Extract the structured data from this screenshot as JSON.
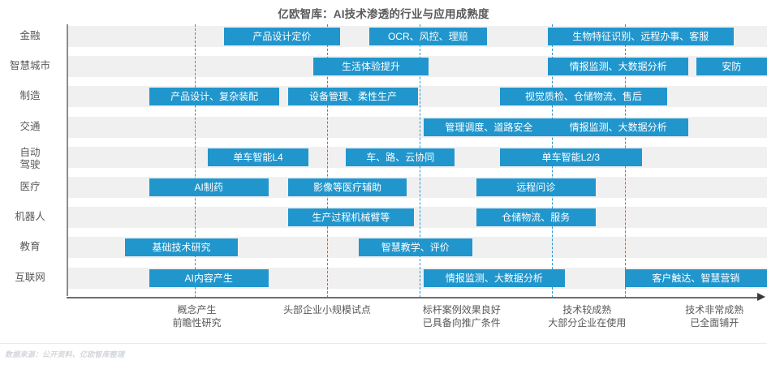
{
  "chart_title": "亿欧智库：AI技术渗透的行业与应用成熟度",
  "source_note": "数据来源：公开资料、亿欧智库整理",
  "colors": {
    "bar": "#2196cd",
    "band": "#f0f0f0",
    "gridline": "#2b96cd",
    "text": "#58595b",
    "axis": "#6e6e6e"
  },
  "chart_data": {
    "type": "bar",
    "title": "亿欧智库：AI技术渗透的行业与应用成熟度",
    "xlabel": "",
    "ylabel": "",
    "orientation": "horizontal",
    "grid": true,
    "legend": "none",
    "xlim": [
      0,
      5
    ],
    "axis_stages": [
      {
        "id": "stage-1",
        "line1": "概念产生",
        "line2": "前瞻性研究",
        "center_pct": 18.6
      },
      {
        "id": "stage-2",
        "line1": "头部企业小规模试点",
        "line2": "",
        "center_pct": 37.2
      },
      {
        "id": "stage-3",
        "line1": "标杆案例效果良好",
        "line2": "已具备向推广条件",
        "center_pct": 56.4
      },
      {
        "id": "stage-4",
        "line1": "技术较成熟",
        "line2": "大部分企业在使用",
        "center_pct": 74.3
      },
      {
        "id": "stage-5",
        "line1": "技术非常成熟",
        "line2": "已全面铺开",
        "center_pct": 92.5
      }
    ],
    "gridlines_pct": [
      18.3,
      37.2,
      50.4,
      69.3,
      79.7
    ],
    "categories": [
      {
        "label_line1": "金融",
        "label_line2": "",
        "bars": [
          {
            "text": "产品设计定价",
            "start_pct": 22.5,
            "width_pct": 16.5
          },
          {
            "text": "OCR、风控、理赔",
            "start_pct": 43.2,
            "width_pct": 16.8
          },
          {
            "text": "生物特征识别、远程办事、客服",
            "start_pct": 68.7,
            "width_pct": 26.5
          }
        ]
      },
      {
        "label_line1": "智慧城市",
        "label_line2": "",
        "bars": [
          {
            "text": "生活体验提升",
            "start_pct": 35.2,
            "width_pct": 16.5
          },
          {
            "text": "情报监测、大数据分析",
            "start_pct": 68.7,
            "width_pct": 20.1
          },
          {
            "text": "安防",
            "start_pct": 89.9,
            "width_pct": 10.1
          }
        ]
      },
      {
        "label_line1": "制造",
        "label_line2": "",
        "bars": [
          {
            "text": "产品设计、复杂装配",
            "start_pct": 11.8,
            "width_pct": 18.6
          },
          {
            "text": "设备管理、柔性生产",
            "start_pct": 31.6,
            "width_pct": 18.6
          },
          {
            "text": "视觉质检、仓储物流、售后",
            "start_pct": 61.9,
            "width_pct": 23.8
          }
        ]
      },
      {
        "label_line1": "交通",
        "label_line2": "",
        "bars": [
          {
            "text": "管理调度、道路安全",
            "start_pct": 51.0,
            "width_pct": 18.6
          },
          {
            "text": "情报监测、大数据分析",
            "start_pct": 68.7,
            "width_pct": 20.1
          }
        ]
      },
      {
        "label_line1": "自动",
        "label_line2": "驾驶",
        "bars": [
          {
            "text": "单车智能L4",
            "start_pct": 20.2,
            "width_pct": 14.3
          },
          {
            "text": "车、路、云协同",
            "start_pct": 39.9,
            "width_pct": 15.5
          },
          {
            "text": "单车智能L2/3",
            "start_pct": 61.9,
            "width_pct": 20.2
          }
        ]
      },
      {
        "label_line1": "医疗",
        "label_line2": "",
        "bars": [
          {
            "text": "AI制药",
            "start_pct": 11.8,
            "width_pct": 17.0
          },
          {
            "text": "影像等医疗辅助",
            "start_pct": 31.6,
            "width_pct": 17.0
          },
          {
            "text": "远程问诊",
            "start_pct": 58.5,
            "width_pct": 17.0
          }
        ]
      },
      {
        "label_line1": "机器人",
        "label_line2": "",
        "bars": [
          {
            "text": "生产过程机械臂等",
            "start_pct": 31.6,
            "width_pct": 18.0
          },
          {
            "text": "仓储物流、服务",
            "start_pct": 58.5,
            "width_pct": 17.0
          }
        ]
      },
      {
        "label_line1": "教育",
        "label_line2": "",
        "bars": [
          {
            "text": "基础技术研究",
            "start_pct": 8.3,
            "width_pct": 16.2
          },
          {
            "text": "智慧教学、评价",
            "start_pct": 41.7,
            "width_pct": 16.2
          }
        ]
      },
      {
        "label_line1": "互联网",
        "label_line2": "",
        "bars": [
          {
            "text": "AI内容产生",
            "start_pct": 11.8,
            "width_pct": 17.0
          },
          {
            "text": "情报监测、大数据分析",
            "start_pct": 51.0,
            "width_pct": 20.1
          },
          {
            "text": "客户触达、智慧营销",
            "start_pct": 79.7,
            "width_pct": 20.3
          }
        ]
      }
    ]
  }
}
